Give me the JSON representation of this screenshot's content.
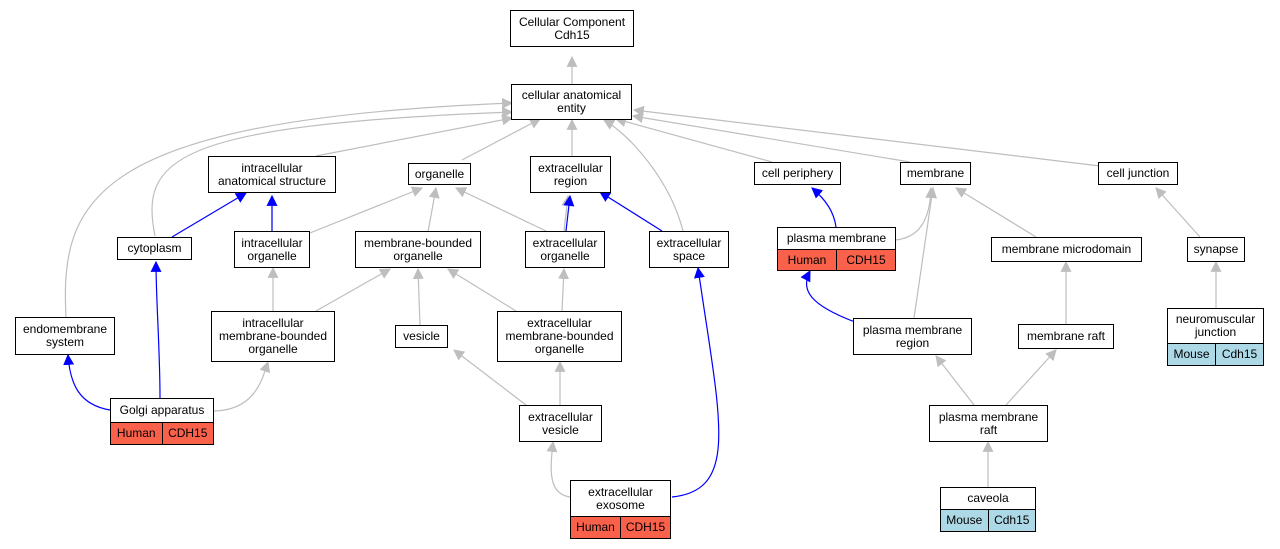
{
  "colors": {
    "gray_edge": "#bebebe",
    "blue_edge": "#0000ff",
    "human_tag": "#f9614a",
    "mouse_tag": "#add8e6"
  },
  "nodes": {
    "root": [
      "Cellular Component",
      "Cdh15"
    ],
    "cae": [
      "cellular anatomical",
      "entity"
    ],
    "ias": [
      "intracellular",
      "anatomical structure"
    ],
    "organelle": [
      "organelle"
    ],
    "exreg": [
      "extracellular",
      "region"
    ],
    "cellper": [
      "cell periphery"
    ],
    "membrane": [
      "membrane"
    ],
    "celljunc": [
      "cell junction"
    ],
    "cytoplasm": [
      "cytoplasm"
    ],
    "intorg": [
      "intracellular",
      "organelle"
    ],
    "mbo": [
      "membrane-bounded",
      "organelle"
    ],
    "exorg": [
      "extracellular",
      "organelle"
    ],
    "exspace": [
      "extracellular",
      "space"
    ],
    "pm": [
      "plasma membrane"
    ],
    "mmd": [
      "membrane microdomain"
    ],
    "synapse": [
      "synapse"
    ],
    "endo": [
      "endomembrane",
      "system"
    ],
    "imbo": [
      "intracellular",
      "membrane-bounded",
      "organelle"
    ],
    "vesicle": [
      "vesicle"
    ],
    "embo": [
      "extracellular",
      "membrane-bounded",
      "organelle"
    ],
    "pmr": [
      "plasma membrane",
      "region"
    ],
    "mraft": [
      "membrane raft"
    ],
    "nmj": [
      "neuromuscular",
      "junction"
    ],
    "golgi": [
      "Golgi apparatus"
    ],
    "exves": [
      "extracellular",
      "vesicle"
    ],
    "pmraft": [
      "plasma membrane",
      "raft"
    ],
    "exo": [
      "extracellular",
      "exosome"
    ],
    "caveola": [
      "caveola"
    ]
  },
  "tags": {
    "pm": [
      "Human",
      "CDH15"
    ],
    "golgi": [
      "Human",
      "CDH15"
    ],
    "exo": [
      "Human",
      "CDH15"
    ],
    "nmj": [
      "Mouse",
      "Cdh15"
    ],
    "caveola": [
      "Mouse",
      "Cdh15"
    ]
  }
}
